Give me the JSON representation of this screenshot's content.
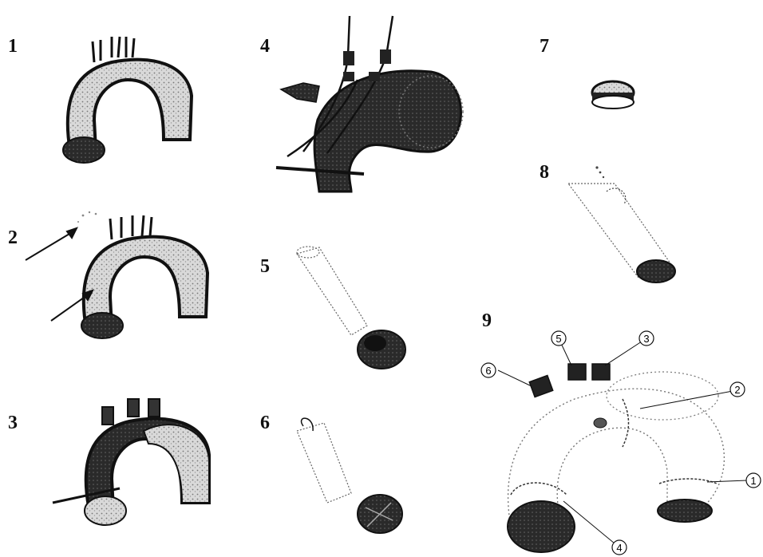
{
  "panels": [
    {
      "id": "1",
      "label": "1"
    },
    {
      "id": "2",
      "label": "2"
    },
    {
      "id": "3",
      "label": "3"
    },
    {
      "id": "4",
      "label": "4"
    },
    {
      "id": "5",
      "label": "5"
    },
    {
      "id": "6",
      "label": "6"
    },
    {
      "id": "7",
      "label": "7"
    },
    {
      "id": "8",
      "label": "8"
    },
    {
      "id": "9",
      "label": "9"
    }
  ],
  "callouts": [
    "1",
    "2",
    "3",
    "4",
    "5",
    "6"
  ],
  "colors": {
    "ink": "#111111",
    "paper": "#ffffff",
    "shade": "#2a2a2a"
  }
}
